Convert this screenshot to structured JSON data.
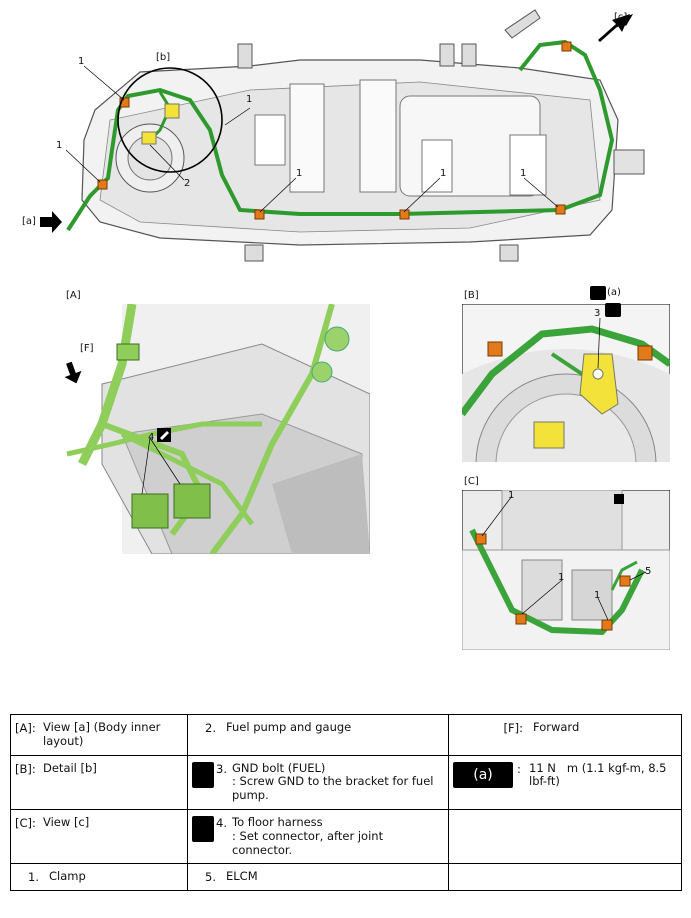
{
  "callouts": {
    "view_a": "[a]",
    "detail_b": "[b]",
    "view_c": "[c]",
    "clamp": "1",
    "pump": "2",
    "gnd": "3",
    "floor": "4",
    "elcm": "5",
    "forward": "[F]"
  },
  "panels": {
    "A": "[A]",
    "B": "[B]",
    "C": "[C]",
    "torque_tag": "(a)"
  },
  "legend": {
    "rows": [
      [
        {
          "key": "[A]:",
          "text": "View [a] (Body inner layout)",
          "sub": ""
        },
        {
          "key": "2.",
          "text": "Fuel pump and gauge",
          "sub": ""
        },
        {
          "key": "[F]:",
          "text": "Forward",
          "sub": ""
        }
      ],
      [
        {
          "key": "[B]:",
          "text": "Detail [b]",
          "sub": ""
        },
        {
          "key": "3.",
          "text": "GND bolt (FUEL)",
          "sub": ": Screw GND to the bracket for fuel pump."
        },
        {
          "key": ":",
          "text": "11 N   m (1.1 kgf-m, 8.5 lbf-ft)",
          "sub": ""
        }
      ],
      [
        {
          "key": "[C]:",
          "text": "View [c]",
          "sub": ""
        },
        {
          "key": "4.",
          "text": "To floor harness",
          "sub": ": Set connector, after joint connector."
        },
        {
          "key": "",
          "text": "",
          "sub": ""
        }
      ],
      [
        {
          "key": "1.",
          "text": "Clamp",
          "sub": ""
        },
        {
          "key": "5.",
          "text": "ELCM",
          "sub": ""
        },
        {
          "key": "",
          "text": "",
          "sub": ""
        }
      ]
    ],
    "torque_icon_label": "(a)"
  }
}
